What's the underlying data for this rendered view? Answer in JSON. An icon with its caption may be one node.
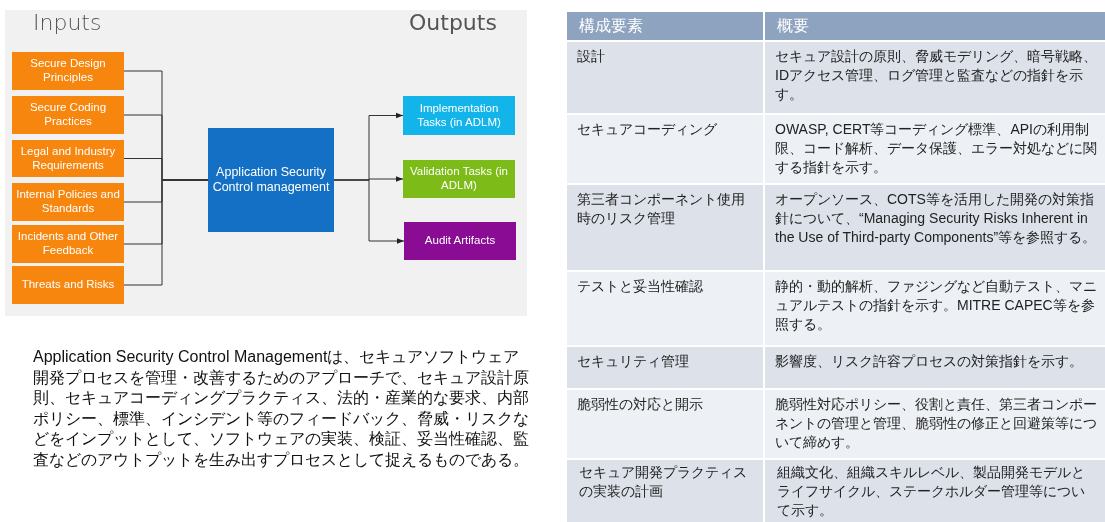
{
  "diagram": {
    "nodes": [
      {
        "text": [
          "Secure Design Principles"
        ]
      },
      {
        "text": [
          "Secure Coding Practices"
        ]
      },
      {
        "text": [
          "Legal and Industry Requirements"
        ]
      },
      {
        "text": [
          "Internal Policies and Standards"
        ]
      },
      {
        "text": [
          "Incidents and Other Feedback"
        ]
      },
      {
        "text": [
          "Threats and Risks"
        ]
      },
      {
        "text": [
          "Application Security Control management"
        ]
      },
      {
        "text": [
          "Implementation Tasks (in ADLM)"
        ]
      },
      {
        "text": [
          "Validation Tasks (in ADLM)"
        ]
      },
      {
        "text": [
          "Audit Artifacts"
        ]
      }
    ],
    "edges": [
      {
        "from": 0,
        "to": 6,
        "arrow": "none"
      },
      {
        "from": 1,
        "to": 6,
        "arrow": "none"
      },
      {
        "from": 2,
        "to": 6,
        "arrow": "none"
      },
      {
        "from": 3,
        "to": 6,
        "arrow": "none"
      },
      {
        "from": 4,
        "to": 6,
        "arrow": "none"
      },
      {
        "from": 5,
        "to": 6,
        "arrow": "none"
      },
      {
        "from": 6,
        "to": 7,
        "arrow": "to"
      },
      {
        "from": 6,
        "to": 8,
        "arrow": "to"
      },
      {
        "from": 6,
        "to": 9,
        "arrow": "to"
      }
    ],
    "labels": [
      "Inputs",
      "Outputs",
      "Application Security Control Managementは、セキュアソフトウェア開発プロセスを管理・改善するためのアプローチで、セキュア設計原則、セキュアコーディングプラクティス、法的・産業的な要求、内部ポリシー、標準、インシデント等のフィードバック、脅威・リスクなどをインプットとして、ソフトウェアの実装、検証、妥当性確認、監査などのアウトプットを生み出すプロセスとして捉えるものである。",
      "構成要素",
      "概要",
      "設計",
      "セキュア設計の原則、脅威モデリング、暗号戦略、IDアクセス管理、ログ管理と監査などの指針を示す。",
      "セキュアコーディング",
      "OWASP, CERT等コーディング標準、APIの利用制限、コード解析、データ保護、エラー対処などに関する指針を示す。",
      "第三者コンポーネント使用時のリスク管理",
      "オープンソース、COTS等を活用した開発の対策指針について、“Managing Security Risks Inherent in the Use of Third-party Components”等を参照する。",
      "テストと妥当性確認",
      "静的・動的解析、ファジングなど自動テスト、マニュアルテストの指針を示す。MITRE CAPEC等を参照する。",
      "セキュリティ管理",
      "影響度、リスク許容プロセスの対策指針を示す。",
      "脆弱性の対応と開示",
      "脆弱性対応ポリシー、役割と責任、第三者コンポーネントの管理と管理、脆弱性の修正と回避策等について締めす。",
      "セキュア開発プラクティスの実装の計画",
      "組織文化、組織スキルレベル、製品開発モデルとライフサイクル、ステークホルダー管理等について示す。"
    ]
  }
}
